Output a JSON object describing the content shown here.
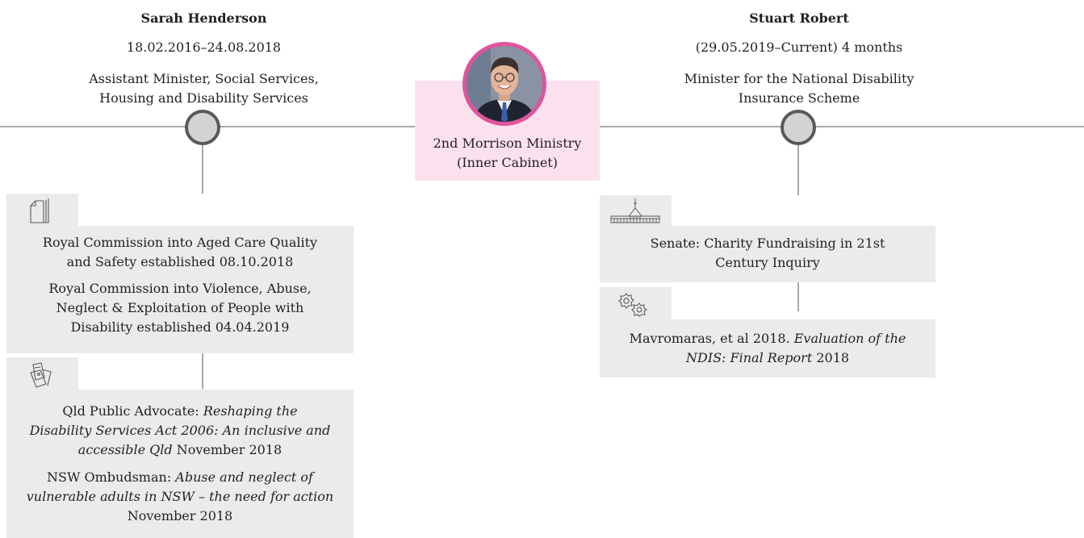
{
  "left_minister": {
    "name": "Sarah Henderson",
    "dates": "18.02.2016–24.08.2018",
    "role_line1": "Assistant Minister, Social Services,",
    "role_line2": "Housing and Disability Services"
  },
  "right_minister": {
    "name": "Stuart Robert",
    "dates": "(29.05.2019–Current) 4 months",
    "role_line1": "Minister for the National Disability",
    "role_line2": "Insurance Scheme"
  },
  "center": {
    "line1": "2nd Morrison Ministry",
    "line2": "(Inner Cabinet)"
  },
  "left_box1": {
    "icon": "documents-icon",
    "rc1_line1": "Royal Commission into Aged Care Quality",
    "rc1_line2": "and Safety established 08.10.2018",
    "rc2_line1": "Royal Commission into Violence, Abuse,",
    "rc2_line2": "Neglect & Exploitation of People with",
    "rc2_line3": "Disability established 04.04.2019"
  },
  "left_box2": {
    "icon": "tagged-documents-icon",
    "qld_prefix": "Qld Public Advocate: ",
    "qld_italic1": "Reshaping the",
    "qld_italic2": "Disability Services Act 2006: An inclusive and",
    "qld_italic3": "accessible Qld",
    "qld_suffix": " November 2018",
    "nsw_prefix": "NSW Ombudsman: ",
    "nsw_italic1": "Abuse and neglect of",
    "nsw_italic2": "vulnerable adults in NSW – the need for action",
    "nsw_date": "November 2018"
  },
  "right_box1": {
    "icon": "parliament-house-icon",
    "line1": "Senate: Charity Fundraising in 21st",
    "line2": "Century Inquiry"
  },
  "right_box2": {
    "icon": "gears-icon",
    "prefix": "Mavromaras, et al 2018. ",
    "italic1": "Evaluation of the",
    "italic2": "NDIS: Final Report",
    "suffix": " 2018"
  },
  "colors": {
    "line": "#a7a9ac",
    "node_fill": "#d1d3d4",
    "node_border": "#58595b",
    "box": "#ebebeb",
    "center_card": "#fbe1ee",
    "avatar_ring": "#e0539e"
  }
}
